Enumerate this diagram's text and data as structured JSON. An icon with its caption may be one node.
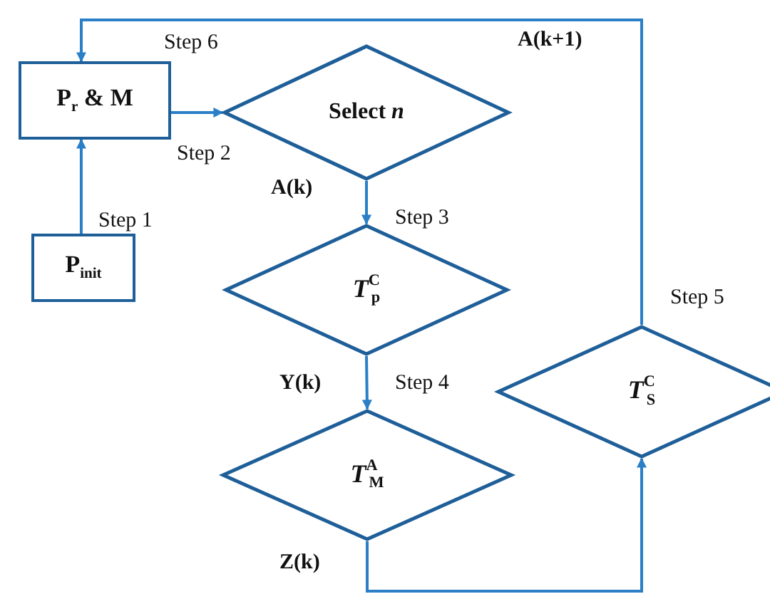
{
  "diagram": {
    "nodes": [
      {
        "text": [
          "P$_{r}$ & M"
        ]
      },
      {
        "text": [
          "P$_{init}$"
        ]
      },
      {
        "text": [
          "Select *n*"
        ]
      },
      {
        "text": [
          "*T*$^{C}$$_{p}$"
        ]
      },
      {
        "text": [
          "*T*$^{A}$$_{M}$"
        ]
      },
      {
        "text": [
          "*T*$^{C}$$_{S}$"
        ]
      }
    ],
    "edges": [
      {
        "from": 1,
        "to": 0,
        "arrow": "to",
        "label": "Step 1"
      },
      {
        "from": 0,
        "to": 2,
        "arrow": "to",
        "label": "Step 2"
      },
      {
        "from": 2,
        "to": 3,
        "arrow": "to",
        "label": "Step 3"
      },
      {
        "from": 3,
        "to": 4,
        "arrow": "to",
        "label": "Step 4"
      },
      {
        "from": 4,
        "to": 5,
        "arrow": "to",
        "label": "Z(k)"
      },
      {
        "from": 5,
        "to": 0,
        "arrow": "to",
        "label": "Step 5"
      }
    ],
    "labels": [
      "Step 6",
      "A(k+1)",
      "A(k)",
      "Y(k)"
    ]
  }
}
